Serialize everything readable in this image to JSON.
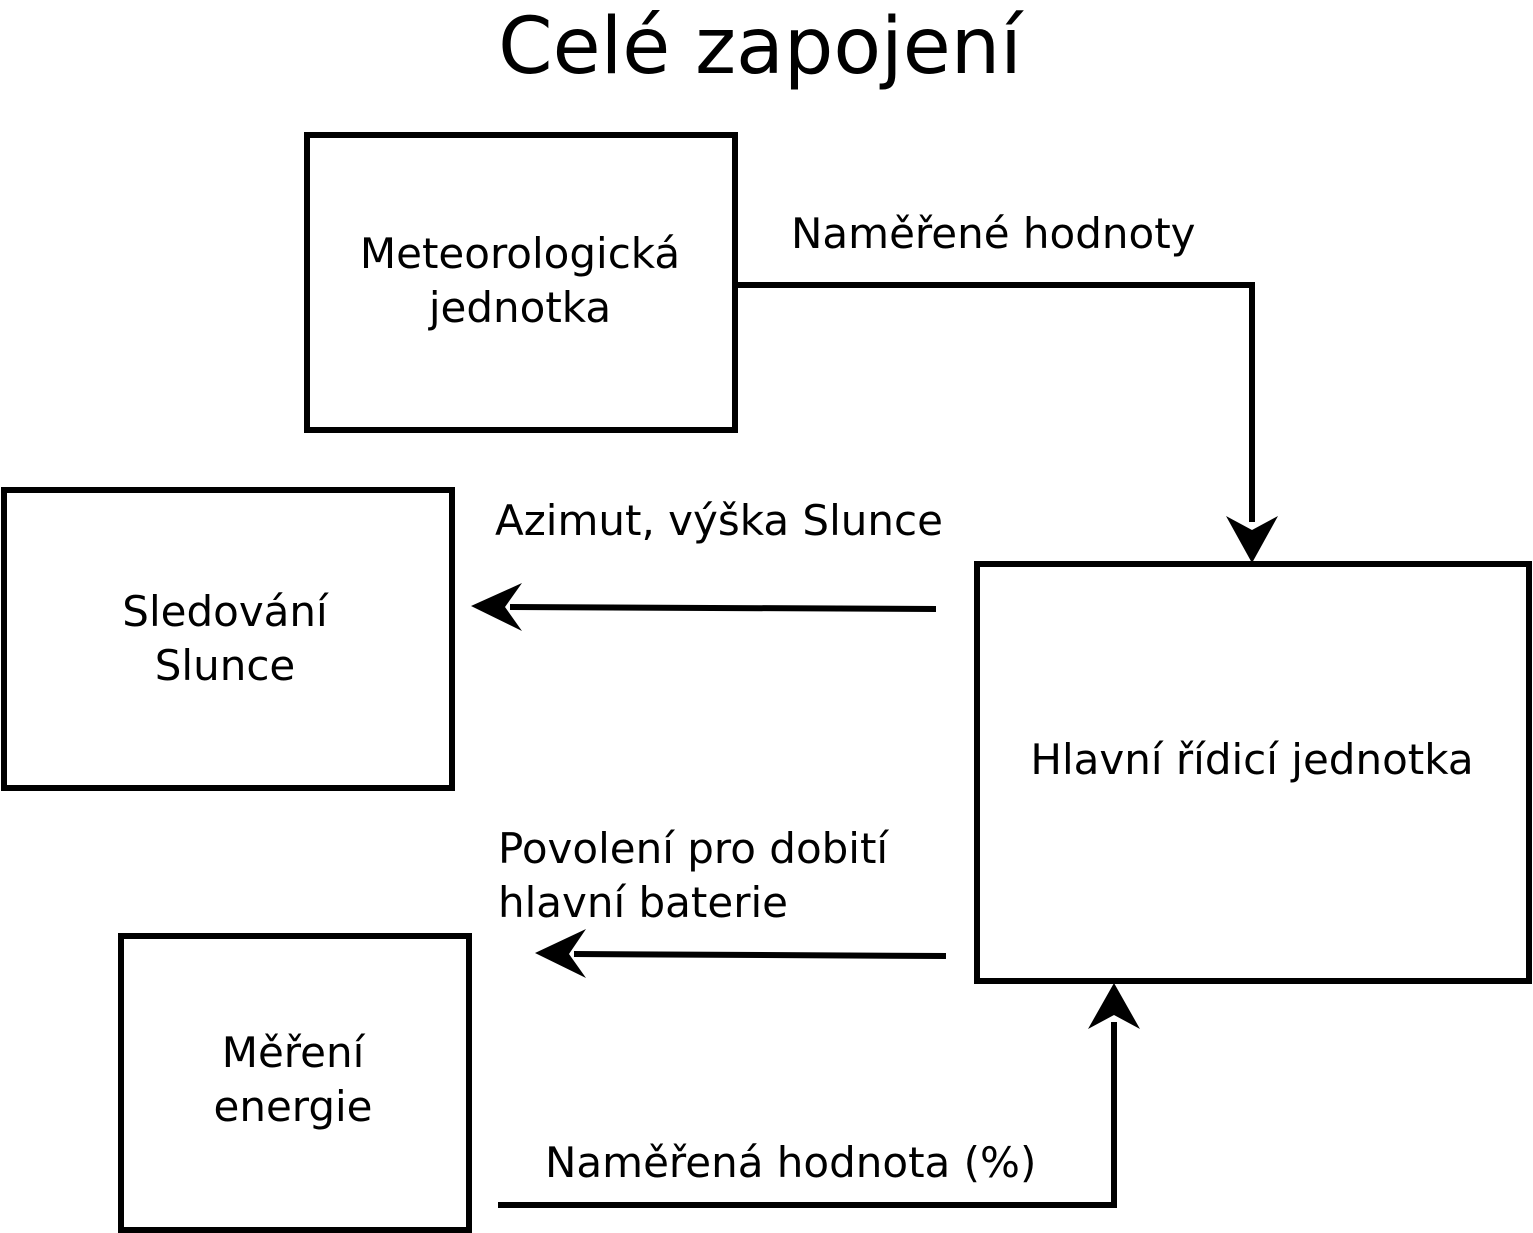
{
  "title": "Celé zapojení",
  "blocks": {
    "meteo": "Meteorologická\njednotka",
    "tracking": "Sledování\nSlunce",
    "main": "Hlavní řídicí jednotka",
    "energy": "Měření\nenergie"
  },
  "connections": [
    {
      "from": "meteo",
      "to": "main",
      "label": "Naměřené hodnoty"
    },
    {
      "from": "main",
      "to": "tracking",
      "label": "Azimut, výška Slunce"
    },
    {
      "from": "main",
      "to": "energy",
      "label": "Povolení pro dobití\nhlavní baterie"
    },
    {
      "from": "energy",
      "to": "main",
      "label": "Naměřená hodnota (%)"
    }
  ],
  "colors": {
    "stroke": "#000000",
    "background": "#ffffff"
  }
}
